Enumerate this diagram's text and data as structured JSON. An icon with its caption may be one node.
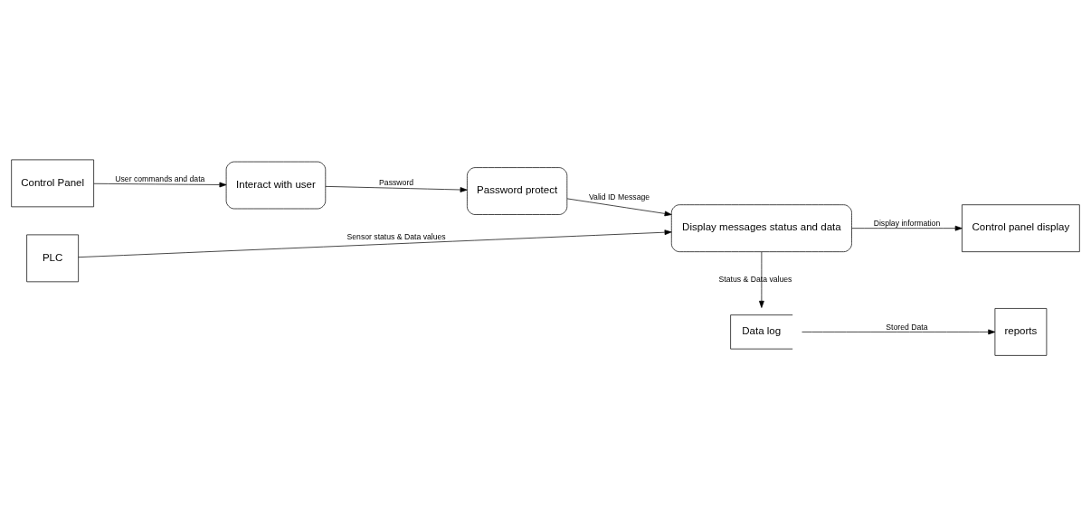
{
  "diagram": {
    "nodes": [
      {
        "text": [
          "Control Panel"
        ]
      },
      {
        "text": [
          "Data log"
        ]
      },
      {
        "text": [
          "reports"
        ]
      },
      {
        "text": [
          "Interact with user"
        ]
      },
      {
        "text": [
          "Password protect"
        ]
      },
      {
        "text": [
          "Display messages status and data"
        ]
      },
      {
        "text": [
          "Control panel display"
        ]
      },
      {
        "text": [
          "PLC"
        ]
      }
    ],
    "edges": [
      {
        "from": 0,
        "to": 3,
        "arrow": "to",
        "label": "User commands and data"
      },
      {
        "from": 3,
        "to": 4,
        "arrow": "to",
        "label": "Password"
      },
      {
        "from": 4,
        "to": 5,
        "arrow": "to",
        "label": "Valid ID Message"
      },
      {
        "from": 7,
        "to": 5,
        "arrow": "to",
        "label": "Sensor status & Data values"
      },
      {
        "from": 5,
        "to": 1,
        "arrow": "to",
        "label": "Status & Data values"
      },
      {
        "from": 1,
        "to": 2,
        "arrow": "to",
        "label": "Stored Data"
      },
      {
        "from": 5,
        "to": 6,
        "arrow": "to",
        "label": "Display information"
      }
    ]
  }
}
